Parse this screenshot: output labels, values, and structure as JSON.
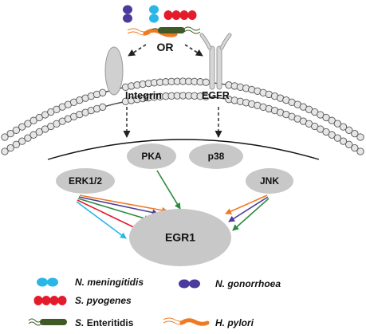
{
  "pathogens_or_label": "OR",
  "receptors": {
    "integrin": "Integrin",
    "egfr": "EGFR"
  },
  "kinases": {
    "pka": "PKA",
    "p38": "p38",
    "erk": "ERK1/2",
    "jnk": "JNK"
  },
  "target": "EGR1",
  "legend": {
    "n_meningitidis": "N. meningitidis",
    "n_gonorrhoea": "N. gonorrhoea",
    "s_pyogenes": "S. pyogenes",
    "s_enteritidis_genus": "S.",
    "s_enteritidis_species": "Enteritidis",
    "h_pylori": "H. pylori"
  },
  "colors": {
    "n_meningitidis": "#2ab6e6",
    "n_gonorrhoea": "#4b3b9c",
    "s_pyogenes": "#e41b2b",
    "s_enteritidis": "#3f5a26",
    "h_pylori": "#f07a22",
    "egfr_pathway": "#2a8a3e",
    "node_fill": "#c8c8c8"
  }
}
